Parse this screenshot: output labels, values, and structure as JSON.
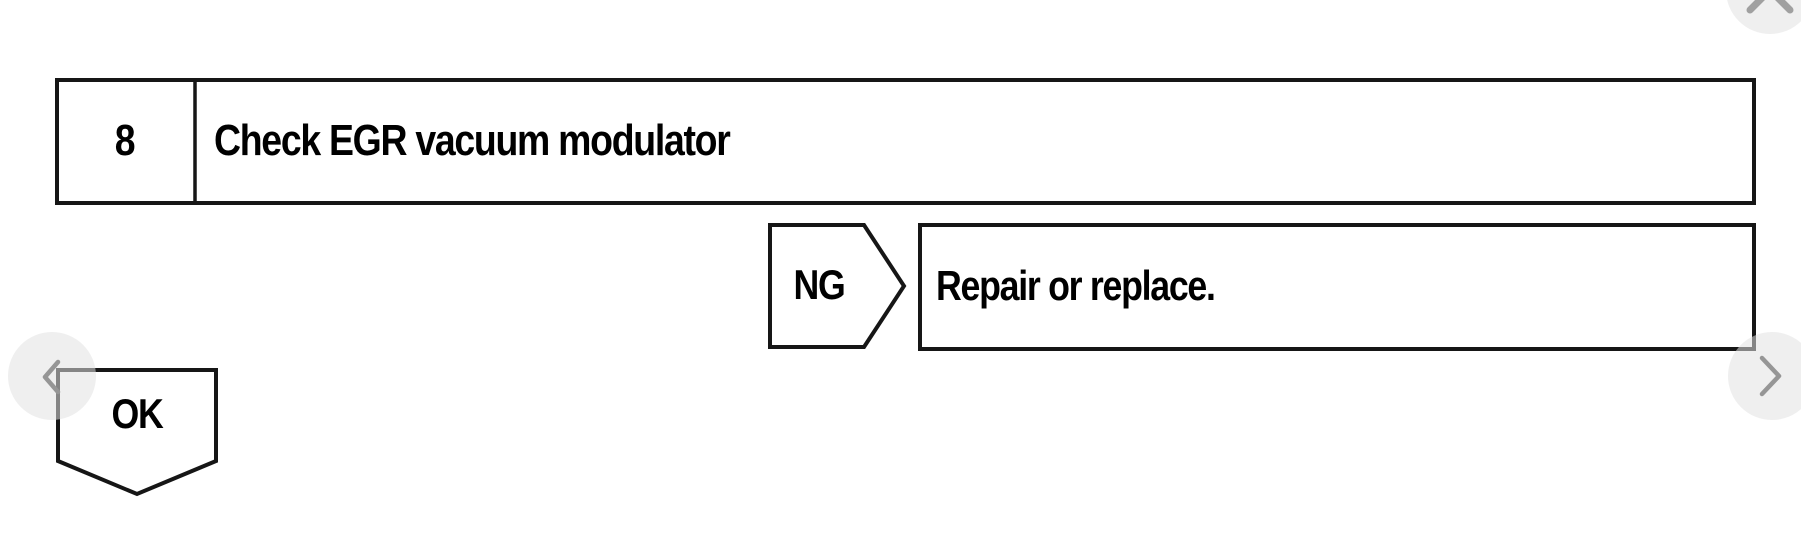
{
  "flowchart": {
    "step": {
      "number": "8",
      "title": "Check EGR vacuum modulator"
    },
    "ng_branch": {
      "label": "NG",
      "action": "Repair or replace."
    },
    "ok_branch": {
      "label": "OK"
    }
  },
  "viewer": {
    "prev_button": {
      "icon": "chevron-left"
    },
    "next_button": {
      "icon": "chevron-right"
    },
    "close_button": {
      "icon": "x-close"
    }
  },
  "colors": {
    "background": "#ffffff",
    "line": "#161616",
    "text": "#000000",
    "nav_circle": "#eeeeee",
    "nav_icon": "#969696"
  }
}
